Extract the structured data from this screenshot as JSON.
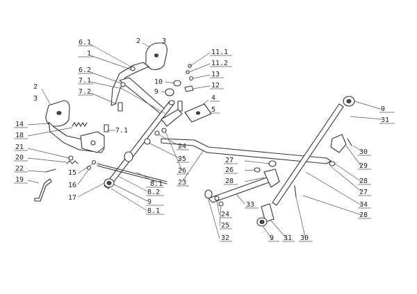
{
  "callouts": [
    {
      "id": "c2a",
      "label": "2"
    },
    {
      "id": "c3a",
      "label": "3"
    },
    {
      "id": "c61",
      "label": "6.1"
    },
    {
      "id": "c1",
      "label": "1"
    },
    {
      "id": "c62",
      "label": "6.2"
    },
    {
      "id": "c71",
      "label": "7.1"
    },
    {
      "id": "c72",
      "label": "7.2"
    },
    {
      "id": "c2b",
      "label": "2"
    },
    {
      "id": "c3b",
      "label": "3"
    },
    {
      "id": "c14",
      "label": "14"
    },
    {
      "id": "c18",
      "label": "18"
    },
    {
      "id": "c21",
      "label": "21"
    },
    {
      "id": "c20",
      "label": "20"
    },
    {
      "id": "c22",
      "label": "22"
    },
    {
      "id": "c19",
      "label": "19"
    },
    {
      "id": "c15",
      "label": "15"
    },
    {
      "id": "c16",
      "label": "16"
    },
    {
      "id": "c17",
      "label": "17"
    },
    {
      "id": "c71b",
      "label": "7.1"
    },
    {
      "id": "c111",
      "label": "11.1"
    },
    {
      "id": "c112",
      "label": "11.2"
    },
    {
      "id": "c10",
      "label": "10"
    },
    {
      "id": "c13",
      "label": "13"
    },
    {
      "id": "c9a",
      "label": "9"
    },
    {
      "id": "c12",
      "label": "12"
    },
    {
      "id": "c4",
      "label": "4"
    },
    {
      "id": "c5",
      "label": "5"
    },
    {
      "id": "c24a",
      "label": "24"
    },
    {
      "id": "c25a",
      "label": "25"
    },
    {
      "id": "c26a",
      "label": "26"
    },
    {
      "id": "c23",
      "label": "23"
    },
    {
      "id": "c81a",
      "label": "8.1"
    },
    {
      "id": "c82",
      "label": "8.2"
    },
    {
      "id": "c9b",
      "label": "9"
    },
    {
      "id": "c81b",
      "label": "8.1"
    },
    {
      "id": "c9c",
      "label": "9"
    },
    {
      "id": "c31a",
      "label": "31"
    },
    {
      "id": "c30a",
      "label": "30"
    },
    {
      "id": "c29",
      "label": "29"
    },
    {
      "id": "c28a",
      "label": "28"
    },
    {
      "id": "c27a",
      "label": "27"
    },
    {
      "id": "c27b",
      "label": "27"
    },
    {
      "id": "c26b",
      "label": "26"
    },
    {
      "id": "c28b",
      "label": "28"
    },
    {
      "id": "c33",
      "label": "33"
    },
    {
      "id": "c24b",
      "label": "24"
    },
    {
      "id": "c25b",
      "label": "25"
    },
    {
      "id": "c32",
      "label": "32"
    },
    {
      "id": "c9d",
      "label": "9"
    },
    {
      "id": "c31b",
      "label": "31"
    },
    {
      "id": "c30b",
      "label": "30"
    },
    {
      "id": "c34",
      "label": "34"
    },
    {
      "id": "c28c",
      "label": "28"
    }
  ]
}
